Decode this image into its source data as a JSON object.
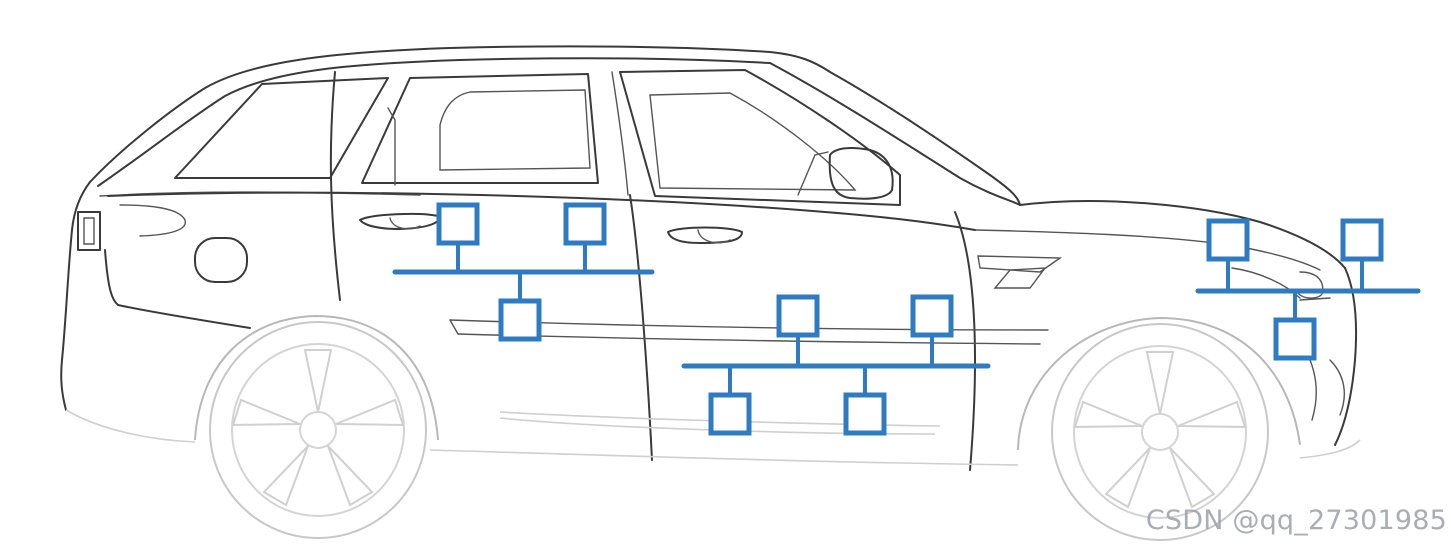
{
  "diagram": {
    "net_color": "#2f7bc1",
    "networks": [
      {
        "id": "net-door-rear",
        "nodes_above": 2,
        "nodes_below": 1
      },
      {
        "id": "net-door-front",
        "nodes_above": 2,
        "nodes_below": 2
      },
      {
        "id": "net-engine-bay",
        "nodes_above": 2,
        "nodes_below": 1
      }
    ]
  },
  "watermark": {
    "text": "CSDN @qq_27301985"
  }
}
